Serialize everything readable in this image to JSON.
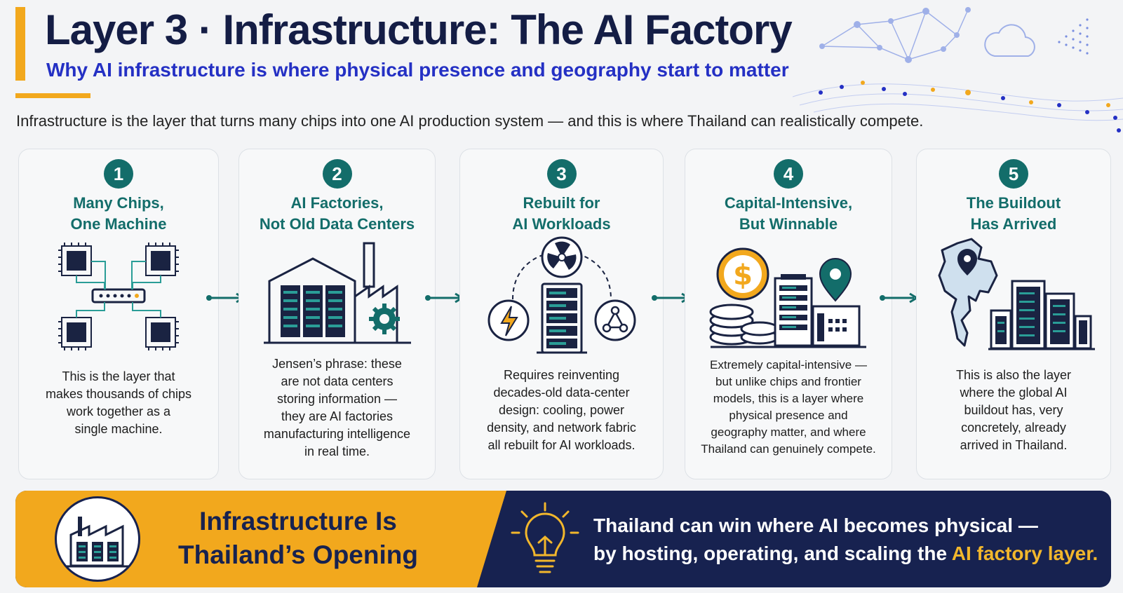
{
  "header": {
    "title": "Layer 3 · Infrastructure: The AI Factory",
    "subtitle": "Why AI infrastructure is where physical presence and geography start to matter"
  },
  "intro": "Infrastructure is the layer that turns many chips into one AI production system — and this is where Thailand can realistically compete.",
  "steps": [
    {
      "number": "1",
      "title": "Many Chips,\nOne Machine",
      "icon": "chip-network-icon",
      "text": "This is the layer that\nmakes thousands of chips\nwork together as a\nsingle machine."
    },
    {
      "number": "2",
      "title": "AI Factories,\nNot Old Data Centers",
      "icon": "ai-factory-icon",
      "text": "Jensen’s phrase: these\nare not data centers\nstoring information —\nthey are AI factories\nmanufacturing intelligence\nin real time."
    },
    {
      "number": "3",
      "title": "Rebuilt for\nAI Workloads",
      "icon": "server-rack-cycle-icon",
      "text": "Requires reinventing\ndecades-old data-center\ndesign: cooling, power\ndensity, and network fabric\nall rebuilt for AI workloads."
    },
    {
      "number": "4",
      "title": "Capital-Intensive,\nBut Winnable",
      "icon": "capital-buildings-icon",
      "text": "Extremely capital-intensive —\nbut unlike chips and frontier\nmodels, this is a layer where\nphysical presence and\ngeography matter, and where\nThailand can genuinely compete."
    },
    {
      "number": "5",
      "title": "The Buildout\nHas Arrived",
      "icon": "thailand-map-icon",
      "text": "This is also the layer\nwhere the global AI\nbuildout has, very\nconcretely, already\narrived in Thailand."
    }
  ],
  "banner": {
    "heading": "Infrastructure Is\nThailand’s Opening",
    "line1": "Thailand can win where AI becomes physical —",
    "line2_prefix": "by hosting, operating, and scaling the ",
    "line2_highlight": "AI factory layer."
  },
  "colors": {
    "navy": "#172250",
    "teal": "#136d6a",
    "gold": "#f2a81d",
    "subtitle_blue": "#2430c4"
  }
}
